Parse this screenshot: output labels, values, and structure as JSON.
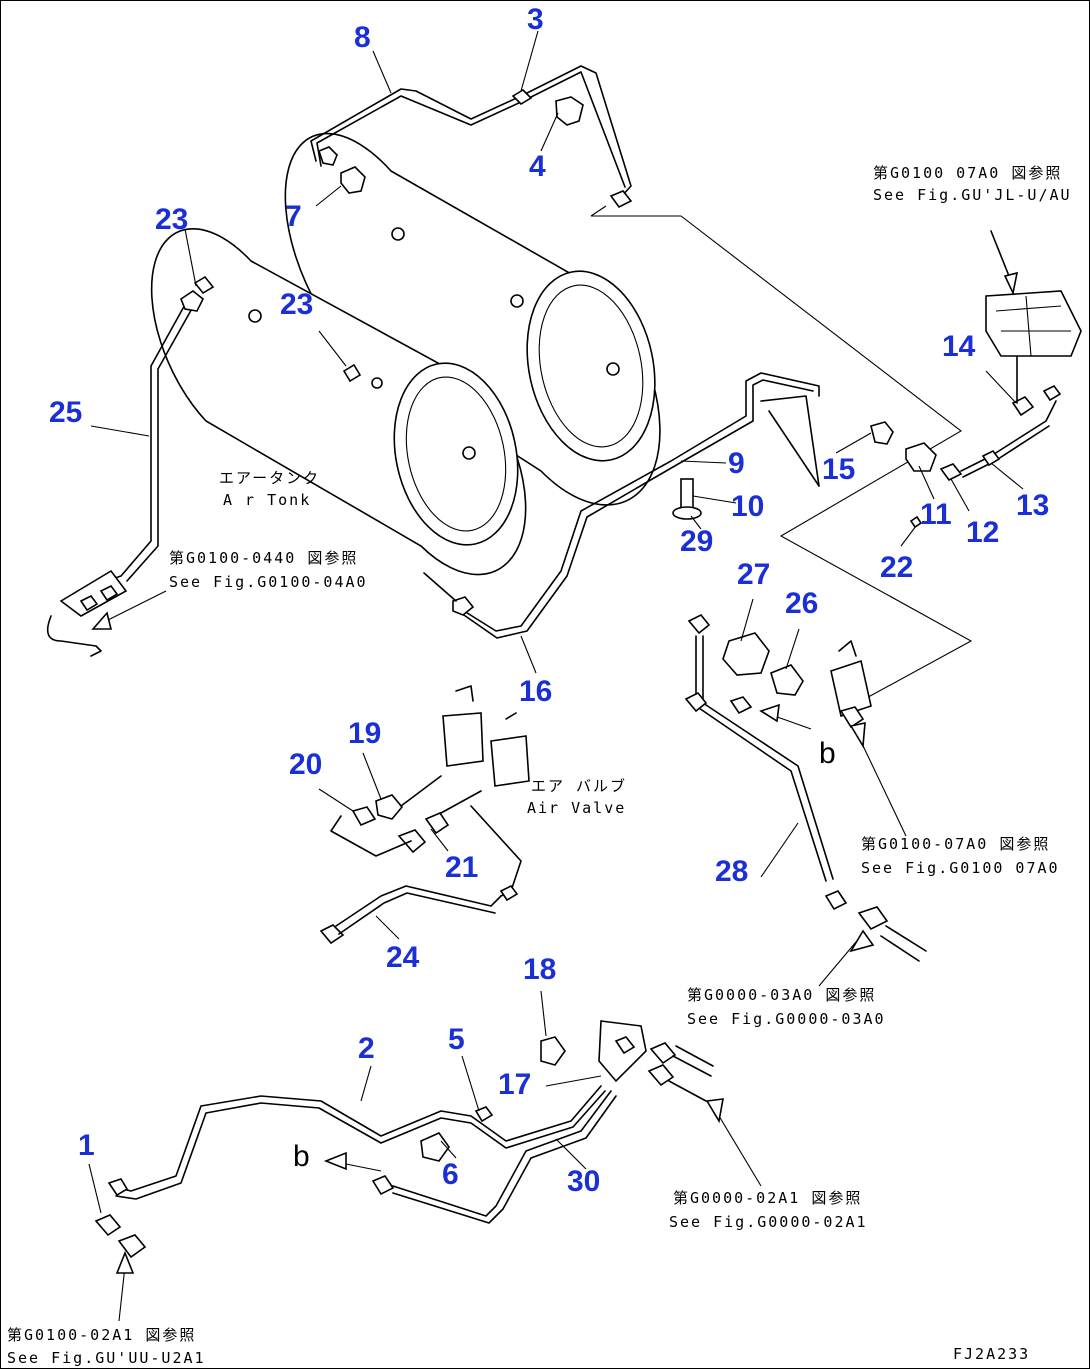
{
  "callouts": [
    "1",
    "2",
    "3",
    "4",
    "5",
    "6",
    "7",
    "8",
    "9",
    "10",
    "11",
    "12",
    "13",
    "14",
    "15",
    "16",
    "17",
    "18",
    "19",
    "20",
    "21",
    "22",
    "23",
    "23",
    "24",
    "25",
    "26",
    "27",
    "28",
    "29",
    "30"
  ],
  "labels": {
    "air_tank_jp": "エアータンク",
    "air_tank_en": "A r Tonk",
    "air_valve_jp": "エア バルブ",
    "air_valve_en": "Air Valve",
    "ref_top_right_jp": "第G0100 07A0 図参照",
    "ref_top_right_en": "See Fig.GU'JL-U/AU",
    "ref_left_jp": "第G0100-0440 図参照",
    "ref_left_en": "See Fig.G0100-04A0",
    "ref_mid_right_jp": "第G0100-07A0 図参照",
    "ref_mid_right_en": "See Fig.G0100 07A0",
    "ref_lower_mid_jp": "第G0000-03A0 図参照",
    "ref_lower_mid_en": "See Fig.G0000-03A0",
    "ref_lower_right_jp": "第G0000-02A1 図参照",
    "ref_lower_right_en": "See Fig.G0000-02A1",
    "ref_bottom_left_jp": "第G0100-02A1 図参照",
    "ref_bottom_left_en": "See Fig.GU'UU-U2A1",
    "letter_b": "b",
    "drawing_code": "FJ2A233"
  },
  "colors": {
    "callout": "#1a2fd6",
    "line": "#000000",
    "background": "#ffffff"
  }
}
